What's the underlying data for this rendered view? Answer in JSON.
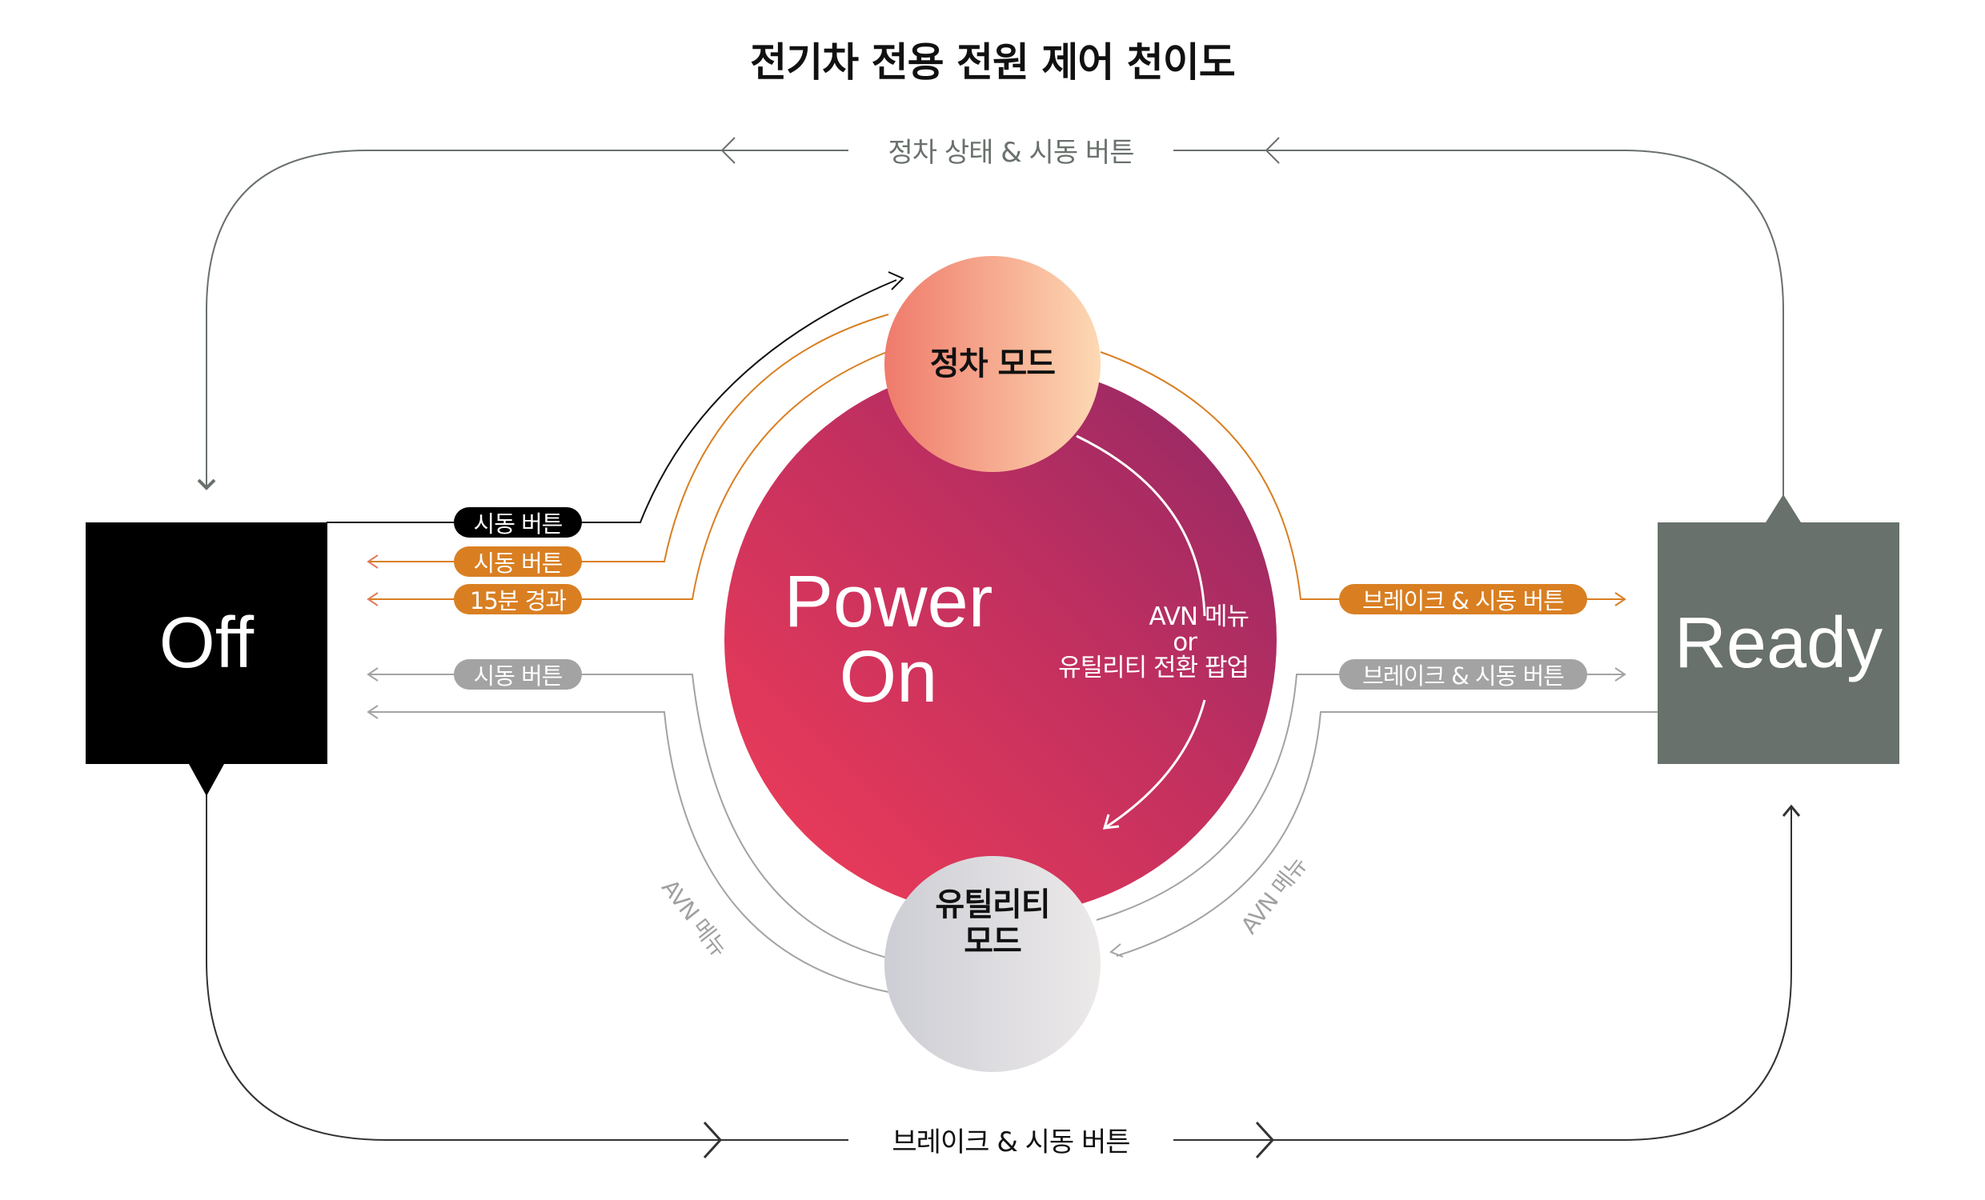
{
  "title": "전기차 전용 전원 제어 천이도",
  "loops": {
    "top_label": "정차 상태 & 시동 버튼",
    "bottom_label": "브레이크 & 시동 버튼"
  },
  "states": {
    "off": "Off",
    "ready": "Ready",
    "power_on": {
      "line1": "Power",
      "line2": "On"
    },
    "parking_mode": "정차 모드",
    "utility_mode": {
      "line1": "유틸리티",
      "line2": "모드"
    }
  },
  "center_transition": {
    "line1": "AVN 메뉴",
    "line2": "or",
    "line3": "유틸리티 전환 팝업"
  },
  "left_pills": [
    {
      "label": "시동 버튼",
      "color": "black"
    },
    {
      "label": "시동 버튼",
      "color": "orange"
    },
    {
      "label": "15분 경과",
      "color": "orange"
    },
    {
      "label": "시동 버튼",
      "color": "gray"
    }
  ],
  "right_pills": [
    {
      "label": "브레이크  & 시동 버튼",
      "color": "orange"
    },
    {
      "label": "브레이크  & 시동 버튼",
      "color": "gray"
    }
  ],
  "curved_labels": {
    "left": "AVN 메뉴",
    "right": "AVN 메뉴"
  },
  "colors": {
    "black": "#000000",
    "orange": "#d97f22",
    "gray": "#a3a3a3",
    "ready_box": "#68716b",
    "loop_gray": "#6a716c",
    "power_on_gradient": [
      "#ec3d5a",
      "#9a2a65"
    ],
    "parking_gradient": [
      "#ef7a6b",
      "#fcd8b4"
    ],
    "utility_gradient": [
      "#cfd0d6",
      "#ebe8e8"
    ]
  }
}
